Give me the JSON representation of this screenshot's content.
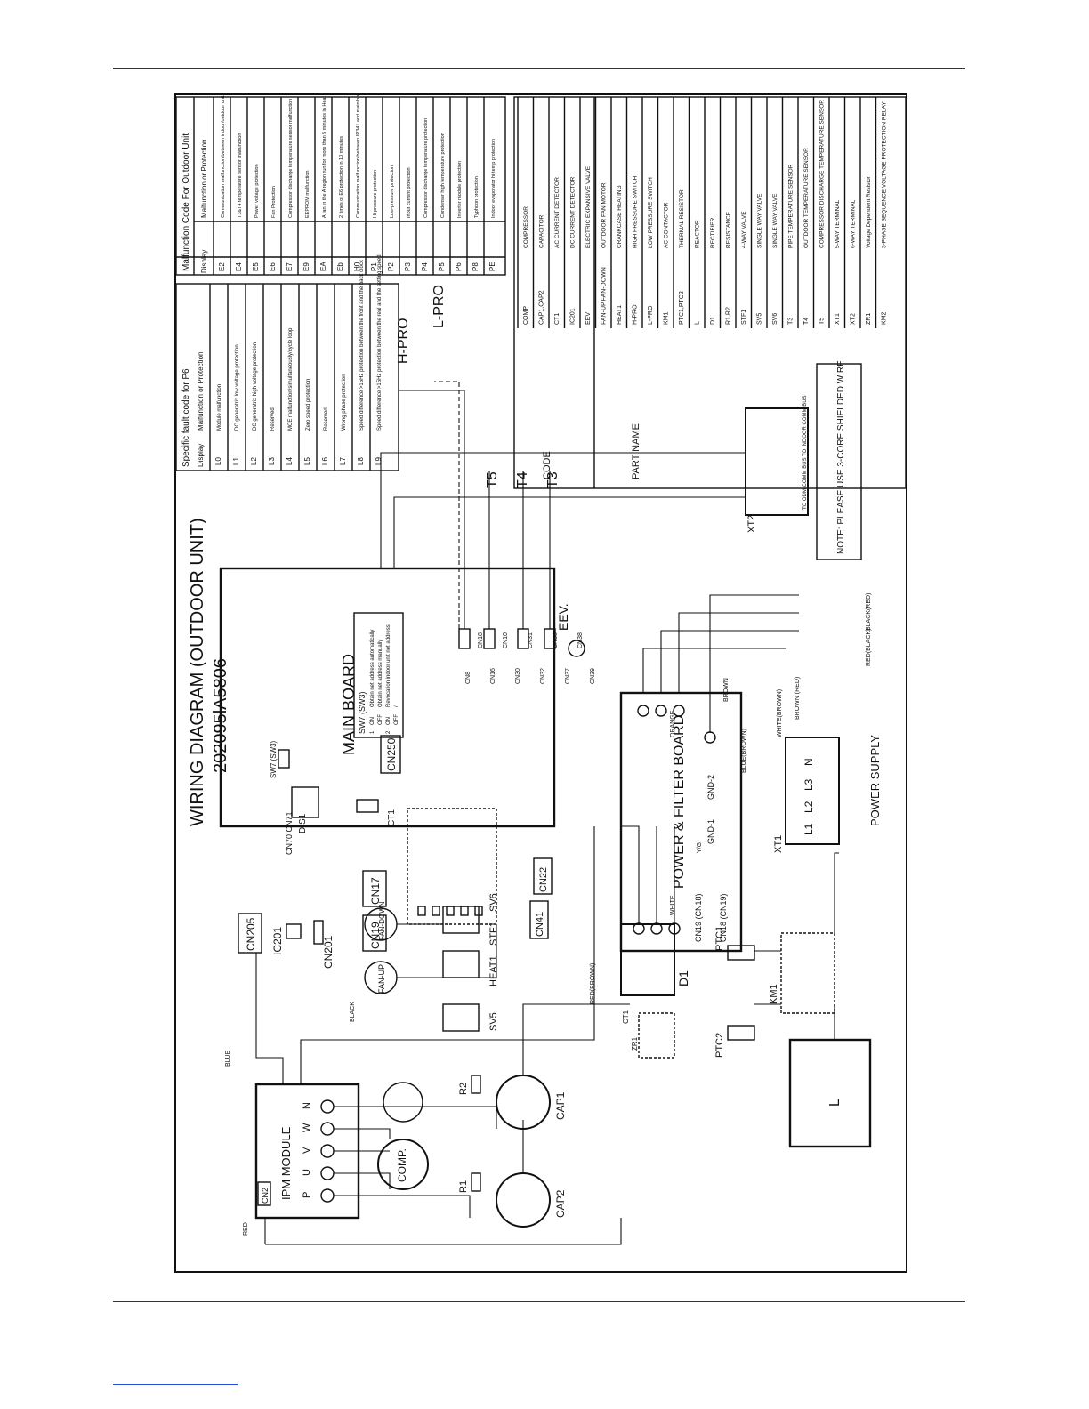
{
  "diagram": {
    "title": "WIRING DIAGRAM (OUTDOOR UNIT)",
    "model": "202095lA5806",
    "boards": {
      "main": "MAIN BOARD",
      "power": "POWER & FILTER BOARD",
      "ipm": "IPM MODULE"
    },
    "connectors": [
      "CN250",
      "CN205",
      "CN201",
      "CN17",
      "CN19",
      "CN22",
      "CN41",
      "CN2",
      "CN8",
      "CN18",
      "CN16",
      "CN10",
      "CN70 CN71",
      "IC201",
      "DIS1",
      "CT1",
      "SW7 (SW3)",
      "CN19 (CN18)",
      "CN18 (CN19)",
      "CN30",
      "CN31",
      "CN32",
      "CN36",
      "CN37",
      "CN38",
      "CN39",
      "GND-1",
      "GND-2"
    ],
    "components": [
      "H-PRO",
      "L-PRO",
      "T5",
      "T4",
      "T3",
      "EEV.",
      "COMP.",
      "CAP1",
      "CAP2",
      "R1",
      "R2",
      "FAN-UP",
      "FAN-DOWN",
      "HEAT1",
      "STF1",
      "SV6",
      "SV5",
      "D1",
      "PTC1",
      "PTC2",
      "KM1",
      "L",
      "XT1",
      "XT2",
      "ZR1",
      "CT1"
    ],
    "power_supply": "POWER SUPPLY",
    "terminals": [
      "L1",
      "L2",
      "L3",
      "N"
    ],
    "ipm_terms": [
      "P",
      "U",
      "V",
      "W",
      "N"
    ],
    "wire_colors": [
      "RED",
      "BLUE",
      "BLACK",
      "WHITE",
      "BROWN",
      "ORANGE",
      "Y/G",
      "BLUE(BROWN)",
      "WHITE(BROWN)",
      "RED(BROWN)",
      "BROWN (RED)",
      "RED(BLACK)",
      "BLACK(RED)"
    ],
    "note": "NOTE: PLEASE USE 3-CORE SHIELDED WIRE",
    "comm_labels": [
      "TO ODM COMM BUS",
      "TO INDOOR COMM BUS"
    ]
  },
  "p6_table": {
    "title": "Specific fault code for P6",
    "headers": [
      "Display",
      "Malfunction or Protection"
    ],
    "rows": [
      [
        "L0",
        "Module malfunction"
      ],
      [
        "L1",
        "DC generatrix low voltage protection"
      ],
      [
        "L2",
        "DC generatrix high voltage protection"
      ],
      [
        "L3",
        "Reserved"
      ],
      [
        "L4",
        "MCE malfunction/simultaneously/cycle loop"
      ],
      [
        "L5",
        "Zero speed protection"
      ],
      [
        "L6",
        "Reserved"
      ],
      [
        "L7",
        "Wrong phase protection"
      ],
      [
        "L8",
        "Speed difference >15Hz protection between the front and the back clock"
      ],
      [
        "L9",
        "Speed difference >15Hz protection between the real and the setting speed"
      ]
    ]
  },
  "malfunction_table": {
    "title": "Malfunction Code For Outdoor Unit",
    "headers": [
      "Display",
      "Malfunction or Protection"
    ],
    "rows": [
      [
        "E2",
        "Communication malfunction between indoor/outdoor units"
      ],
      [
        "E4",
        "T3&T4 temperature sensor malfunction"
      ],
      [
        "E5",
        "Power voltage protection"
      ],
      [
        "E6",
        "Fan Protection"
      ],
      [
        "E7",
        "Compressor discharge temperature sensor malfunction"
      ],
      [
        "E9",
        "EEPROM malfunction"
      ],
      [
        "EA",
        "A fan in the A region run for more than 5 minutes in Heat mode"
      ],
      [
        "Eb",
        "2 times of E6 protection in 10 minutes"
      ],
      [
        "H0",
        "Communication malfunction between IR341 and main board"
      ],
      [
        "P1",
        "Hi-pressure protection"
      ],
      [
        "P2",
        "Low-pressure protection"
      ],
      [
        "P3",
        "Input current protection"
      ],
      [
        "P4",
        "Compressor discharge temperature protection"
      ],
      [
        "P5",
        "Condenser high temperature protection"
      ],
      [
        "P6",
        "Inverter module protection"
      ],
      [
        "P8",
        "Typhoon protection"
      ],
      [
        "PE",
        "Indoor evaporator hi-temp protection"
      ]
    ]
  },
  "parts_table": {
    "headers": [
      "CODE",
      "PART NAME"
    ],
    "rows": [
      [
        "COMP",
        "COMPRESSOR"
      ],
      [
        "CAP1,CAP2",
        "CAPACITOR"
      ],
      [
        "CT1",
        "AC CURRENT DETECTOR"
      ],
      [
        "IC201",
        "DC CURRENT DETECTOR"
      ],
      [
        "EEV",
        "ELECTRIC EXPANSIVE VALVE"
      ],
      [
        "FAN-UP,FAN-DOWN",
        "OUTDOOR FAN MOTOR"
      ],
      [
        "HEAT1",
        "CRANKCASE HEATING"
      ],
      [
        "H-PRO",
        "HIGH PRESSURE SWITCH"
      ],
      [
        "L-PRO",
        "LOW PRESSURE SWITCH"
      ],
      [
        "KM1",
        "AC CONTACTOR"
      ],
      [
        "PTC1,PTC2",
        "THERMAL RESISTOR"
      ],
      [
        "L",
        "REACTOR"
      ],
      [
        "D1",
        "RECTIFIER"
      ],
      [
        "R1,R2",
        "RESISTANCE"
      ],
      [
        "STF1",
        "4-WAY VALVE"
      ],
      [
        "SV5",
        "SINGLE WAY VALVE"
      ],
      [
        "SV6",
        "SINGLE WAY VALVE"
      ],
      [
        "T3",
        "PIPE TEMPERATURE SENSOR"
      ],
      [
        "T4",
        "OUTDOOR TEMPERATURE SENSOR"
      ],
      [
        "T5",
        "COMPRESSOR DISCHARGE TEMPERATURE SENSOR"
      ],
      [
        "XT1",
        "5-WAY TERMINAL"
      ],
      [
        "XT2",
        "6-WAY TERMINAL"
      ],
      [
        "ZR1",
        "Voltage Dependent Resistor"
      ],
      [
        "KM2",
        "3-PHASE SEQUENCE VOLTAGE PROTECTION RELAY"
      ]
    ]
  },
  "sw7_table": {
    "title": "SW7 (SW3)",
    "rows": [
      [
        "1",
        "ON",
        "Obtain net address automatically"
      ],
      [
        "",
        "OFF",
        "Obtain net address manually"
      ],
      [
        "2",
        "ON",
        "Revocation indoor unit net address"
      ],
      [
        "",
        "OFF",
        "/"
      ]
    ]
  }
}
